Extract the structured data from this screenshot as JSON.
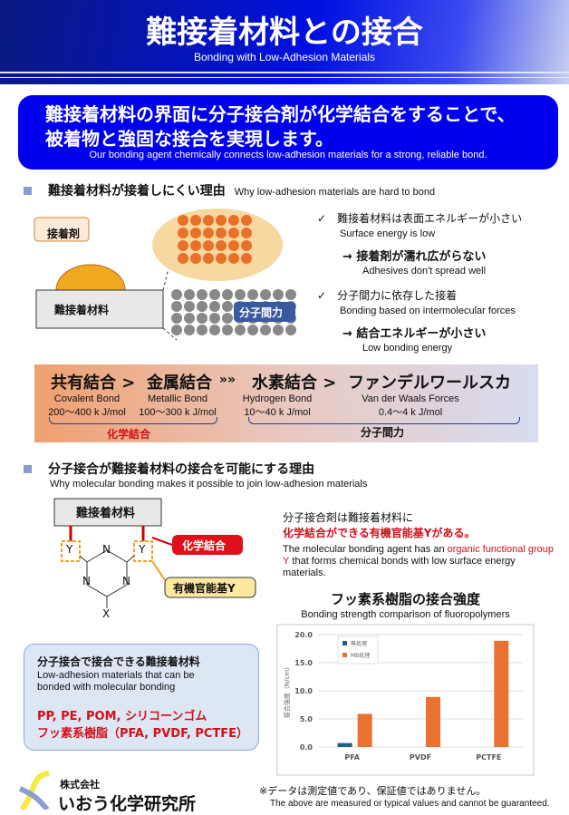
{
  "header": {
    "title": "難接着材料との接合",
    "subtitle": "Bonding with Low-Adhesion Materials"
  },
  "banner": {
    "line1": "難接着材料の界面に分子接合剤が化学結合をすることで、",
    "line2": "被着物と強固な接合を実現します。",
    "en": "Our bonding agent chemically connects low-adhesion materials for a strong, reliable bond."
  },
  "section1": {
    "title": "難接着材料が接着しにくい理由",
    "en": "Why low-adhesion materials are hard to bond",
    "diagram": {
      "adhesive": "接着剤",
      "material": "難接着材料",
      "force": "分子間力"
    },
    "points": [
      {
        "jp": "難接着材料は表面エネルギーが小さい",
        "en": "Surface energy is low",
        "arrow_jp": "→ 接着剤が濡れ広がらない",
        "arrow_en": "Adhesives don't spread well"
      },
      {
        "jp": "分子間力に依存した接着",
        "en": "Bonding based on intermolecular forces",
        "arrow_jp": "→ 結合エネルギーが小さい",
        "arrow_en": "Low bonding energy"
      }
    ]
  },
  "bonds": {
    "row": [
      "共有結合 >",
      "金属結合",
      "»»",
      "水素結合 >",
      "ファンデルワールスカ"
    ],
    "items": [
      {
        "en": "Covalent Bond",
        "energy": "200～400 k J/mol"
      },
      {
        "en": "Metallic Bond",
        "energy": "100～300 k J/mol"
      },
      {
        "en": "Hydrogen Bond",
        "energy": "10～40 k J/mol"
      },
      {
        "en": "Van der Waals Forces",
        "energy": "0.4～4 k J/mol"
      }
    ],
    "group_chem": "化学結合",
    "group_inter": "分子間力"
  },
  "section2": {
    "title": "分子接合が難接着材料の接合を可能にする理由",
    "en": "Why molecular bonding makes it possible to join low-adhesion materials",
    "diagram": {
      "material": "難接着材料",
      "chem": "化学結合",
      "group": "有機官能基Y",
      "y": "Y",
      "n": "N",
      "x": "X"
    },
    "desc_jp1": "分子接合剤は難接着材料に",
    "desc_jp2": "化学結合ができる有機官能基Yがある。",
    "desc_en_a": "The molecular bonding agent has an ",
    "desc_en_b": "organic functional group Y",
    "desc_en_c": " that forms chemical bonds with low surface energy materials."
  },
  "materials_box": {
    "title": "分子接合で接合できる難接着材料",
    "en": "Low-adhesion materials that can be bonded with molecular bonding",
    "line1": "PP, PE, POM, シリコーンゴム",
    "line2": "フッ素系樹脂（PFA, PVDF, PCTFE）"
  },
  "company": {
    "prefix": "株式会社",
    "name": "いおう化学研究所"
  },
  "note": {
    "jp": "※データは測定値であり、保証値ではありません。",
    "en": "The above are measured or typical values and cannot be guaranteed."
  },
  "chart_data": {
    "type": "bar",
    "title": "フッ素系樹脂の接合強度",
    "subtitle": "Bonding strength comparison of fluoropolymers",
    "ylabel": "接合強度（N/cm）",
    "categories": [
      "PFA",
      "PVDF",
      "PCTFE"
    ],
    "ylim": [
      0,
      20
    ],
    "yticks": [
      "0.0",
      "5.0",
      "10.0",
      "15.0",
      "20.0"
    ],
    "series": [
      {
        "name": "無処理",
        "color": "#1f5f8a",
        "values": [
          0.7,
          null,
          null
        ]
      },
      {
        "name": "MB処理",
        "color": "#e97132",
        "values": [
          5.9,
          8.9,
          18.9
        ]
      }
    ],
    "legend": "top-left",
    "grid": true
  }
}
